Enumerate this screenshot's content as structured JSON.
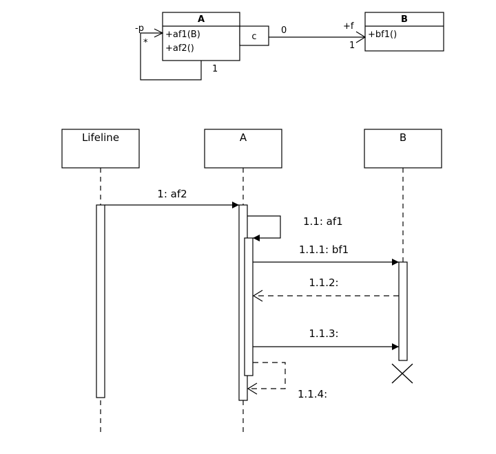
{
  "class_diagram": {
    "class_a": {
      "name": "A",
      "operations": [
        "+af1(B)",
        "+af2()"
      ],
      "qualifier": "c"
    },
    "class_b": {
      "name": "B",
      "operations": [
        "+bf1()"
      ]
    },
    "self_association": {
      "role": "-p",
      "multiplicity_near": "*",
      "multiplicity_far": "1"
    },
    "association_ab": {
      "source_multiplicity": "0",
      "target_role": "+f",
      "target_multiplicity": "1"
    }
  },
  "sequence_diagram": {
    "lifelines": [
      {
        "id": "lifeline",
        "name": "Lifeline"
      },
      {
        "id": "a",
        "name": "A"
      },
      {
        "id": "b",
        "name": "B"
      }
    ],
    "messages": [
      {
        "label": "1: af2",
        "kind": "sync"
      },
      {
        "label": "1.1: af1",
        "kind": "self-sync"
      },
      {
        "label": "1.1.1: bf1",
        "kind": "sync"
      },
      {
        "label": "1.1.2:",
        "kind": "return"
      },
      {
        "label": "1.1.3:",
        "kind": "sync"
      },
      {
        "label": "1.1.4:",
        "kind": "self-return"
      }
    ],
    "destruction_on": "B"
  }
}
